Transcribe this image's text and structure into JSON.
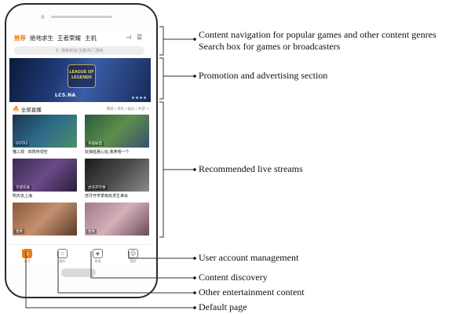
{
  "phone": {
    "tabs": [
      {
        "label": "推荐",
        "active": true
      },
      {
        "label": "绝地求生",
        "active": false
      },
      {
        "label": "王者荣耀",
        "active": false
      },
      {
        "label": "主机",
        "active": false
      }
    ],
    "search_placeholder": "搜索频道/主播/热门游戏",
    "banner": {
      "logo_text": "LEAGUE OF LEGENDS",
      "caption": "LCS.NA"
    },
    "section": {
      "title": "全部直播",
      "filters": "网游 | 单机 | 娱乐 | 手游 >"
    },
    "streams": [
      {
        "tag": "DOTA2",
        "caption": "猫三观 · 四阵传领空",
        "colors": [
          "#1a3550",
          "#2d6b8a",
          "#4c8f6a"
        ]
      },
      {
        "tag": "英雄联盟",
        "caption": "玩弹蓝悬心玩,我笑嘻一个",
        "colors": [
          "#2a5a3e",
          "#5c8f4a",
          "#3b4f72"
        ]
      },
      {
        "tag": "守望先锋",
        "caption": "明天去上海",
        "colors": [
          "#3a2a52",
          "#6c4a88",
          "#2a1e3a"
        ]
      },
      {
        "tag": "虎牙开学季",
        "caption": "虎牙开学季吸收求生谁会",
        "colors": [
          "#1b1b1b",
          "#4a4a4a",
          "#8a8a8a"
        ]
      },
      {
        "tag": "星秀",
        "caption": "",
        "colors": [
          "#8a5a3a",
          "#c49070",
          "#5a3a2a"
        ]
      },
      {
        "tag": "星秀",
        "caption": "",
        "colors": [
          "#a07a8a",
          "#d4b0b8",
          "#6a4a5a"
        ]
      }
    ],
    "nav": [
      {
        "icon": "home-icon",
        "label": "首页",
        "active": true
      },
      {
        "icon": "star-icon",
        "label": "娱乐",
        "active": false
      },
      {
        "icon": "compass-icon",
        "label": "发现",
        "active": false
      },
      {
        "icon": "user-icon",
        "label": "我的",
        "active": false
      }
    ],
    "accent_color": "#f07b16"
  },
  "annotations": {
    "content_nav": "Content navigation for popular games and other content genres",
    "search_box": "Search box for games or broadcasters",
    "promotion": "Promotion and advertising section",
    "recommended": "Recommended live streams",
    "user_account": "User account management",
    "discovery": "Content discovery",
    "entertainment": "Other entertainment content",
    "default_page": "Default page"
  }
}
